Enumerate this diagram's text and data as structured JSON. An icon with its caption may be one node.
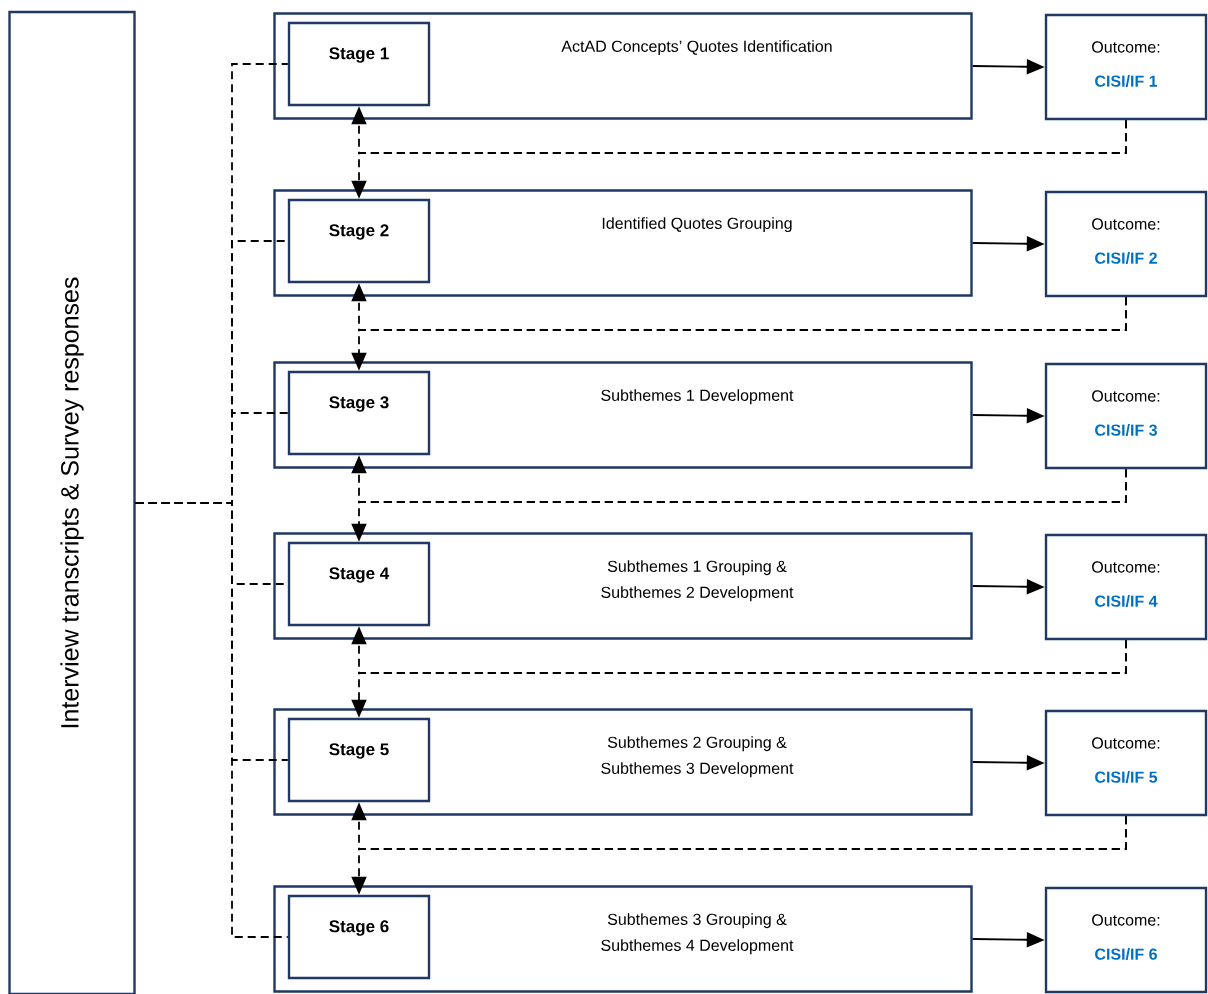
{
  "diagram": {
    "nodes": [
      {
        "text": [
          "Interview transcripts & Survey responses"
        ]
      },
      {
        "text": [
          "ActAD Concepts’ Quotes Identification"
        ]
      },
      {
        "text": [
          "Stage 1"
        ],
        "in": 1
      },
      {
        "text": [
          "Outcome:",
          "CISI/IF 1"
        ]
      },
      {
        "text": [
          "Identified Quotes Grouping"
        ]
      },
      {
        "text": [
          "Stage 2"
        ],
        "in": 4
      },
      {
        "text": [
          "Outcome:",
          "CISI/IF 2"
        ]
      },
      {
        "text": [
          "Subthemes 1 Development"
        ]
      },
      {
        "text": [
          "Stage 3"
        ],
        "in": 7
      },
      {
        "text": [
          "Outcome:",
          "CISI/IF 3"
        ]
      },
      {
        "text": [
          "Subthemes 1 Grouping & Subthemes 2 Development"
        ]
      },
      {
        "text": [
          "Stage 4"
        ],
        "in": 10
      },
      {
        "text": [
          "Outcome:",
          "CISI/IF 4"
        ]
      },
      {
        "text": [
          "Subthemes 2 Grouping & Subthemes 3 Development"
        ]
      },
      {
        "text": [
          "Stage 5"
        ],
        "in": 13
      },
      {
        "text": [
          "Outcome:",
          "CISI/IF 5"
        ]
      },
      {
        "text": [
          "Subthemes 3 Grouping & Subthemes 4 Development"
        ]
      },
      {
        "text": [
          "Stage 6"
        ],
        "in": 16
      },
      {
        "text": [
          "Outcome:",
          "CISI/IF 6"
        ]
      }
    ],
    "edges": [
      {
        "from": 0,
        "to": 2,
        "arrow": "none",
        "style": "dashed"
      },
      {
        "from": 0,
        "to": 5,
        "arrow": "none",
        "style": "dashed"
      },
      {
        "from": 0,
        "to": 8,
        "arrow": "none",
        "style": "dashed"
      },
      {
        "from": 0,
        "to": 11,
        "arrow": "none",
        "style": "dashed"
      },
      {
        "from": 0,
        "to": 14,
        "arrow": "none",
        "style": "dashed"
      },
      {
        "from": 0,
        "to": 17,
        "arrow": "none",
        "style": "dashed"
      },
      {
        "from": 1,
        "to": 3,
        "arrow": "to"
      },
      {
        "from": 4,
        "to": 6,
        "arrow": "to"
      },
      {
        "from": 7,
        "to": 9,
        "arrow": "to"
      },
      {
        "from": 10,
        "to": 12,
        "arrow": "to"
      },
      {
        "from": 13,
        "to": 15,
        "arrow": "to"
      },
      {
        "from": 16,
        "to": 18,
        "arrow": "to"
      },
      {
        "from": 3,
        "to": 2,
        "arrow": "to",
        "style": "dashed"
      },
      {
        "from": 3,
        "to": 5,
        "arrow": "to",
        "style": "dashed"
      },
      {
        "from": 6,
        "to": 5,
        "arrow": "to",
        "style": "dashed"
      },
      {
        "from": 6,
        "to": 8,
        "arrow": "to",
        "style": "dashed"
      },
      {
        "from": 9,
        "to": 8,
        "arrow": "to",
        "style": "dashed"
      },
      {
        "from": 9,
        "to": 11,
        "arrow": "to",
        "style": "dashed"
      },
      {
        "from": 12,
        "to": 11,
        "arrow": "to",
        "style": "dashed"
      },
      {
        "from": 12,
        "to": 14,
        "arrow": "to",
        "style": "dashed"
      },
      {
        "from": 15,
        "to": 14,
        "arrow": "to",
        "style": "dashed"
      },
      {
        "from": 15,
        "to": 17,
        "arrow": "to",
        "style": "dashed"
      }
    ]
  }
}
